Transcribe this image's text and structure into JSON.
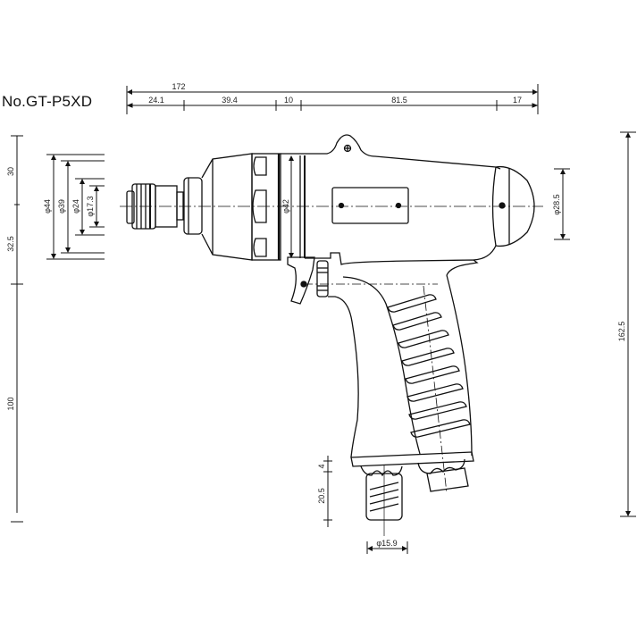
{
  "drawing": {
    "model_number": "No.GT-P5XD",
    "subject": "pneumatic pistol-grip screwdriver, side view",
    "line_color": "#111111",
    "background": "#ffffff"
  },
  "dimensions": {
    "horizontal": {
      "overall_length": "172",
      "segments": [
        "24.1",
        "39.4",
        "10",
        "81.5",
        "17"
      ]
    },
    "left_vertical": {
      "upper": "30",
      "middle": "32.5",
      "lower": "100"
    },
    "nose_diameters": [
      "φ44",
      "φ39",
      "φ24",
      "φ17.3"
    ],
    "body_diameter": "φ42",
    "rear_cap_diameter": "φ28.5",
    "overall_height": "162.5",
    "air_inlet": {
      "collar": "4",
      "length": "20.5",
      "diameter": "φ15.9"
    }
  }
}
